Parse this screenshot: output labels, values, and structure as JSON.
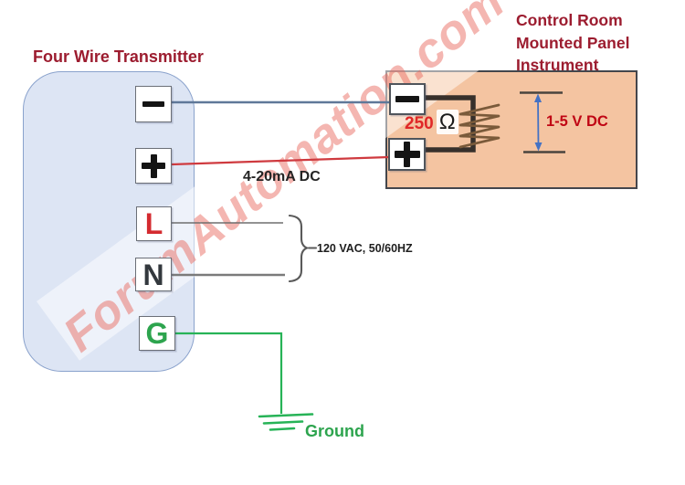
{
  "watermark": {
    "text": "ForumAutomation.com"
  },
  "transmitter": {
    "title": "Four Wire Transmitter",
    "terminals": [
      {
        "name": "minus",
        "symbol": "−"
      },
      {
        "name": "plus",
        "symbol": "+"
      },
      {
        "name": "line",
        "symbol": "L"
      },
      {
        "name": "neutral",
        "symbol": "N"
      },
      {
        "name": "ground",
        "symbol": "G"
      }
    ]
  },
  "panel": {
    "title_lines": [
      "Control Room",
      "Mounted Panel",
      "Instrument"
    ],
    "terminals": [
      {
        "name": "minus",
        "symbol": "−"
      },
      {
        "name": "plus",
        "symbol": "+"
      }
    ],
    "resistor": {
      "value": "250",
      "unit": "Ω"
    },
    "voltage_label": "1-5 V DC"
  },
  "labels": {
    "signal": "4-20mA DC",
    "power": "120 VAC, 50/60HZ",
    "ground": "Ground"
  },
  "colors": {
    "title_red": "#9c1c2f",
    "transmitter_fill": "#dde5f4",
    "transmitter_border": "#8aa2cc",
    "panel_fill": "#f4c4a1",
    "panel_border": "#44464c",
    "wire_blue": "#5f7899",
    "wire_red": "#cf3a3f",
    "wire_gray": "#6e6e6e",
    "wire_green": "#27b357",
    "resistor_wire_dark": "#37302b",
    "coil_brown": "#7a5a3a",
    "value_red": "#e02828",
    "arrow_blue": "#4472c4",
    "green_text": "#2da44e",
    "watermark_pink": "#ee8d82"
  }
}
